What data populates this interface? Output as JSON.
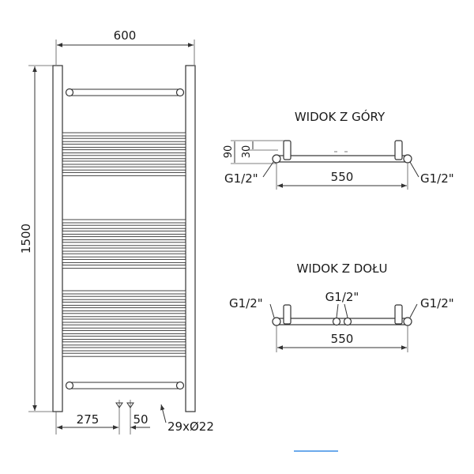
{
  "colors": {
    "line": "#333333",
    "text": "#1a1a1a",
    "accent": "#3c8ee6"
  },
  "main_view": {
    "width_label": "600",
    "height_label": "1500",
    "left_offset_label": "275",
    "spacing_label": "50",
    "tube_label": "29xØ22"
  },
  "top_view": {
    "title": "WIDOK Z GÓRY",
    "depth_label_1": "90",
    "depth_label_2": "30",
    "connector_left": "G1/2\"",
    "connector_right": "G1/2\"",
    "width_label": "550"
  },
  "bottom_view": {
    "title": "WIDOK Z DOŁU",
    "connector_left": "G1/2\"",
    "connector_center": "G1/2\"",
    "connector_right": "G1/2\"",
    "width_label": "550"
  }
}
